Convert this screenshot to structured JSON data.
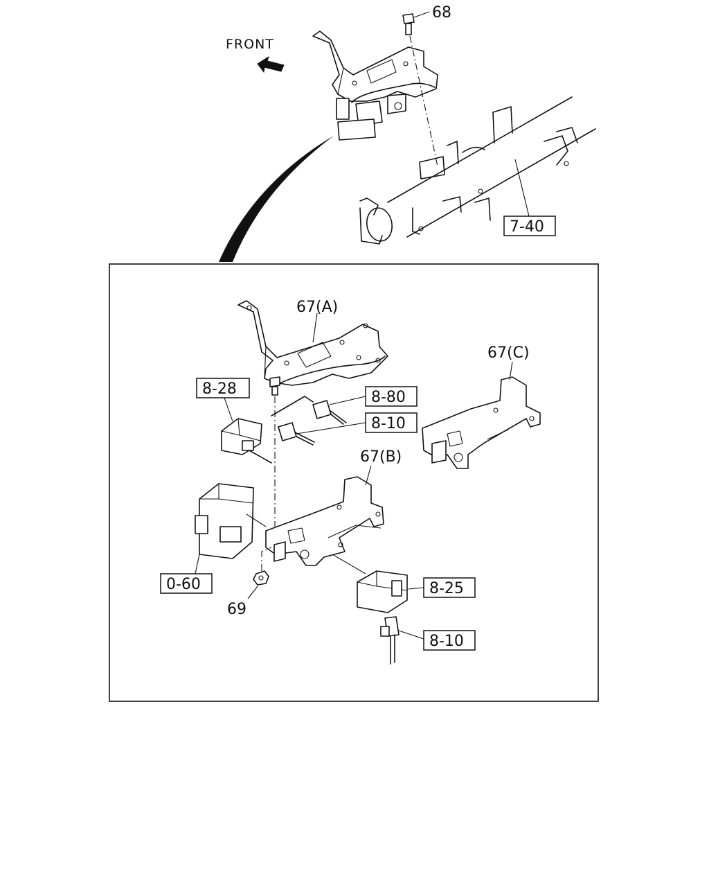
{
  "direction_label": "FRONT",
  "callouts": {
    "p68": "68",
    "p7_40": "7-40",
    "p67a": "67(A)",
    "p67c": "67(C)",
    "p67b": "67(B)",
    "p8_28": "8-28",
    "p8_80": "8-80",
    "p8_10_upper": "8-10",
    "p0_60": "0-60",
    "p69": "69",
    "p8_25": "8-25",
    "p8_10_lower": "8-10"
  },
  "colors": {
    "line": "#111111",
    "background": "#ffffff"
  }
}
